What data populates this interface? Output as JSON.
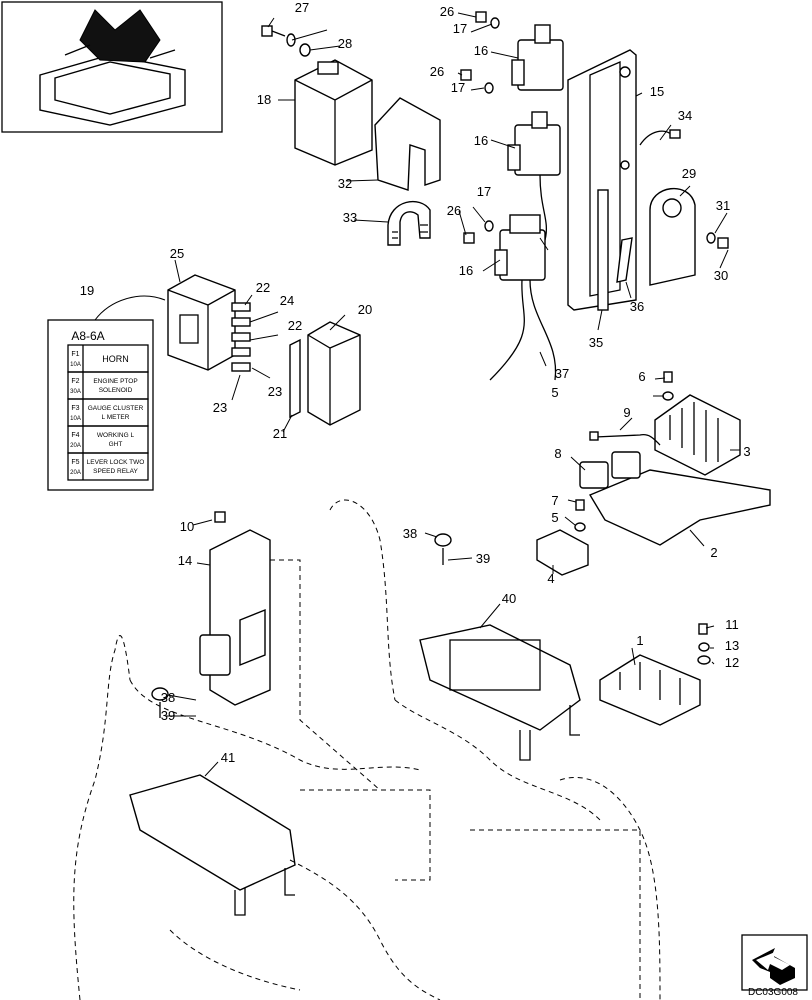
{
  "drawing_code": "DC03G008",
  "fuse_box": {
    "title": "A8-6A",
    "rows": [
      {
        "fuse": "F1",
        "amp": "10A",
        "label": "HORN"
      },
      {
        "fuse": "F2",
        "amp": "30A",
        "label": "ENGINE PTOP SOLENOID"
      },
      {
        "fuse": "F3",
        "amp": "10A",
        "label": "GAUGE CLUSTER L METER"
      },
      {
        "fuse": "F4",
        "amp": "20A",
        "label": "WORKING L GHT"
      },
      {
        "fuse": "F5",
        "amp": "20A",
        "label": "LEVER LOCK TWO SPEED RELAY"
      }
    ]
  },
  "callouts": [
    "1",
    "2",
    "3",
    "4",
    "5",
    "5",
    "6",
    "7",
    "8",
    "9",
    "10",
    "11",
    "12",
    "13",
    "14",
    "15",
    "16",
    "16",
    "16",
    "17",
    "17",
    "17",
    "18",
    "19",
    "20",
    "21",
    "22",
    "22",
    "23",
    "23",
    "24",
    "25",
    "26",
    "26",
    "26",
    "27",
    "28",
    "29",
    "30",
    "31",
    "32",
    "33",
    "34",
    "35",
    "36",
    "37",
    "38",
    "38",
    "39",
    "39",
    "40",
    "41"
  ]
}
